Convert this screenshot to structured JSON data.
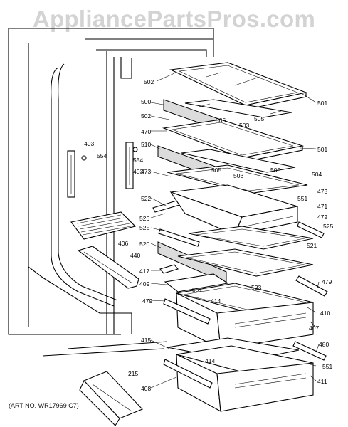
{
  "watermark": "AppliancePartsPros.com",
  "art_number": "(ART NO. WR17969 C7)",
  "callouts": {
    "c502a": "502",
    "c501a": "501",
    "c500": "500",
    "c502b": "502",
    "c506": "506",
    "c505a": "505",
    "c503a": "503",
    "c470": "470",
    "c501b": "501",
    "c403a": "403",
    "c554a": "554",
    "c510": "510",
    "c554b": "554",
    "c403b": "403",
    "c505b": "505",
    "c503b": "503",
    "c505c": "505",
    "c473a": "473",
    "c504": "504",
    "c473b": "473",
    "c551a": "551",
    "c522": "522",
    "c471": "471",
    "c526": "526",
    "c472": "472",
    "c525a": "525",
    "c525b": "525",
    "c406": "406",
    "c521": "521",
    "c440": "440",
    "c520": "520",
    "c417": "417",
    "c409": "409",
    "c523": "523",
    "c479a": "479",
    "c551b": "551",
    "c414a": "414",
    "c479b": "479",
    "c410": "410",
    "c407": "407",
    "c415": "415",
    "c480": "480",
    "c414b": "414",
    "c551c": "551",
    "c215": "215",
    "c411": "411",
    "c408": "408"
  }
}
